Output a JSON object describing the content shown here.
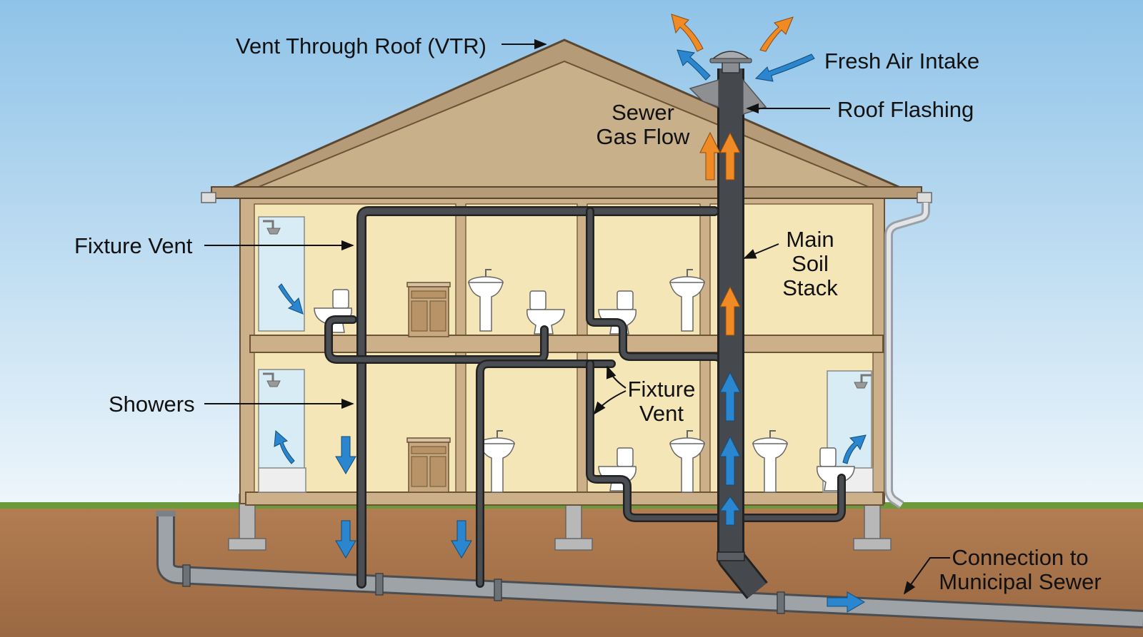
{
  "labels": {
    "vtr": "Vent Through Roof (VTR)",
    "fresh_air_intake": "Fresh Air Intake",
    "roof_flashing": "Roof Flashing",
    "sewer_gas_flow_line1": "Sewer",
    "sewer_gas_flow_line2": "Gas Flow",
    "fixture_vent_upper": "Fixture Vent",
    "main_soil_stack_line1": "Main",
    "main_soil_stack_line2": "Soil",
    "main_soil_stack_line3": "Stack",
    "showers": "Showers",
    "fixture_vent_lower_line1": "Fixture",
    "fixture_vent_lower_line2": "Vent",
    "connection_line1": "Connection to",
    "connection_line2": "Municipal Sewer"
  },
  "colors": {
    "sky_top": "#8fc3e8",
    "sky_bottom": "#eef6fb",
    "grass": "#6a9a3a",
    "soil": "#a6724a",
    "roof": "#b59b78",
    "gable": "#c8b08a",
    "wall_frame": "#cbb089",
    "room": "#f5e6b8",
    "pipe_dark": "#3b3e42",
    "pipe_gray": "#8a8f94",
    "arrow_orange": "#f08a24",
    "arrow_blue": "#2a86cf",
    "text": "#111111"
  },
  "icons": {
    "vent_cap": "vent-cap-icon",
    "shower": "shower-head-icon",
    "toilet": "toilet-icon",
    "sink": "pedestal-sink-icon",
    "vanity": "vanity-cabinet-icon"
  }
}
